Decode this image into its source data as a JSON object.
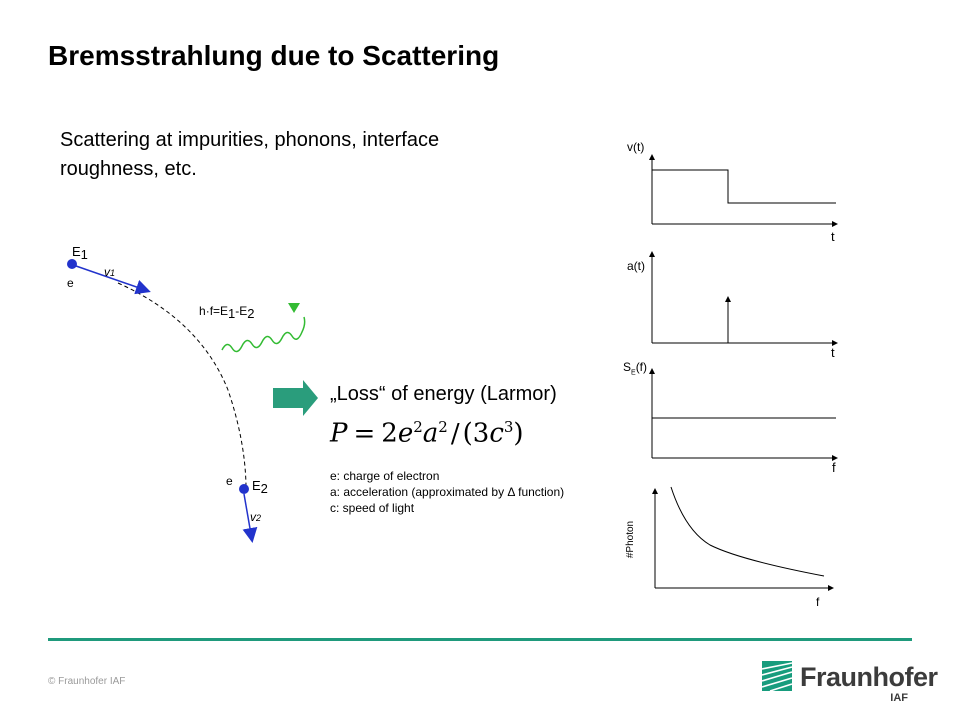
{
  "slide": {
    "title": "Bremsstrahlung due to Scattering",
    "subtitle": "Scattering at  impurities, phonons, interface roughness, etc.",
    "loss_text": "„Loss“ of energy (Larmor)",
    "formula": {
      "lhs": "P",
      "eq": "=",
      "coef": "2",
      "e": "e",
      "exp2a": "2",
      "a": "a",
      "exp2b": "2",
      "slash": "/",
      "open": "(",
      "three": "3",
      "c": "c",
      "exp3": "3",
      "close": ")"
    },
    "legend": [
      "e: charge of electron",
      "a: acceleration (approximated by Δ function)",
      "c: speed of light"
    ]
  },
  "diagram": {
    "electron_label": "e",
    "e1_base": "E",
    "e1_sub": "1",
    "v1_base": "v",
    "v1_sub": "1",
    "e2_base": "E",
    "e2_sub": "2",
    "v2_base": "v",
    "v2_sub": "2",
    "photon_label": {
      "h": "h",
      "dot": "·",
      "f": "f=E",
      "sub1": "1",
      "minus": "-E",
      "sub2": "2"
    }
  },
  "plots": {
    "v_t": {
      "ylabel": "v(t)",
      "xlabel": "t"
    },
    "a_t": {
      "ylabel": "a(t)",
      "xlabel": "t"
    },
    "se_f": {
      "ylabel_base": "S",
      "ylabel_sub": "E",
      "ylabel_rest": "(f)",
      "xlabel": "f"
    },
    "photon_f": {
      "ylabel": "#Photon",
      "xlabel": "f"
    }
  },
  "footer": {
    "copyright": "© Fraunhofer IAF",
    "logo_text": "Fraunhofer",
    "logo_sub": "IAF"
  },
  "colors": {
    "accent": "#2a9d7c",
    "electron": "#2233cc",
    "photon_line": "#33bb33",
    "footer_line": "#1f9a7c",
    "logo_green": "#179c7d"
  }
}
